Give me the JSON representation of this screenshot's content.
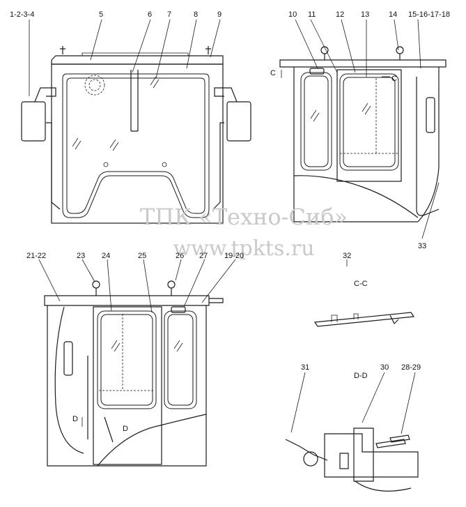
{
  "callouts": {
    "c1": "1-2-3-4",
    "c5": "5",
    "c6": "6",
    "c7": "7",
    "c8": "8",
    "c9": "9",
    "c10": "10",
    "c11": "11",
    "c12": "12",
    "c13": "13",
    "c14": "14",
    "c15": "15-16-17-18",
    "c21": "21-22",
    "c23": "23",
    "c24": "24",
    "c25": "25",
    "c26": "26",
    "c27": "27",
    "c19": "19-20",
    "c32": "32",
    "c33": "33",
    "c31": "31",
    "c30": "30",
    "c28": "28-29"
  },
  "section_labels": {
    "cc": "C-C",
    "dd": "D-D",
    "c_mark": "C",
    "d_mark": "D"
  },
  "watermark": {
    "line1": "ТПК «Техно-Сиб»",
    "line2": "www.tpkts.ru"
  }
}
